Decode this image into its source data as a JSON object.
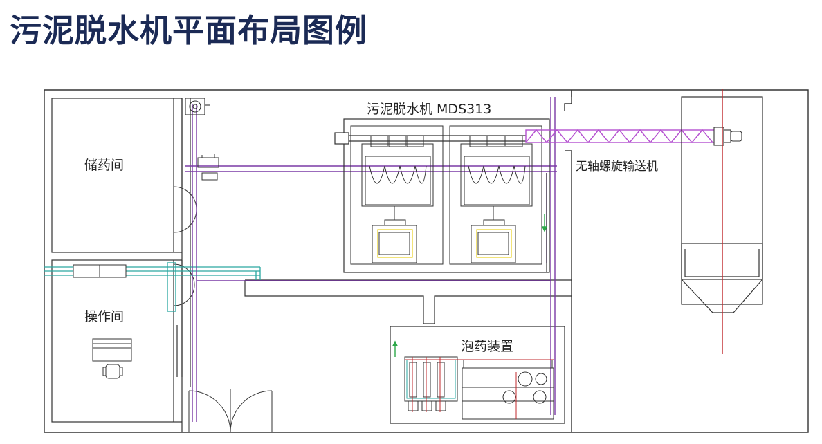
{
  "title": "污泥脱水机平面布局图例",
  "labels": {
    "storage_room": "储药间",
    "operation_room": "操作间",
    "dewatering_machine": "污泥脱水机 MDS313",
    "screw_conveyor": "无轴螺旋输送机",
    "dosing_device": "泡药装置"
  },
  "colors": {
    "title": "#1b2a55",
    "wall": "#333333",
    "pipe_purple": "#7a3aa6",
    "conveyor_magenta": "#b44fd0",
    "pipe_cyan": "#2aa7a0",
    "axis_red": "#c0282c",
    "yellow_frame": "#e8d020",
    "arrow_green": "#2ea84a"
  }
}
